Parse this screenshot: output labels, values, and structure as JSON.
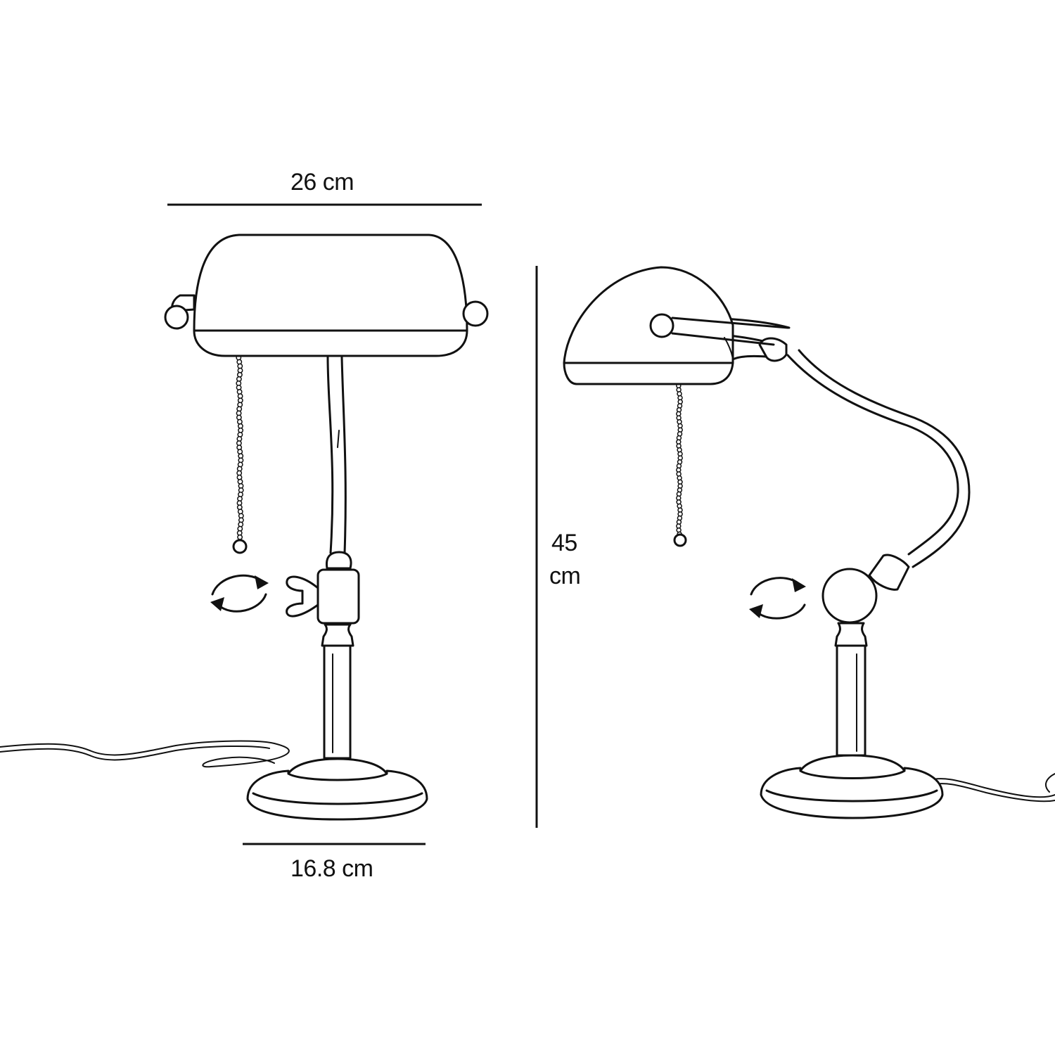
{
  "dimensions": {
    "shade_width": "26 cm",
    "base_diameter": "16.8 cm",
    "height_value": "45",
    "height_unit": "cm"
  },
  "colors": {
    "line": "#111111",
    "background": "#ffffff"
  },
  "icons": [
    "rotate-arrows-icon",
    "rotate-arrows-icon"
  ]
}
